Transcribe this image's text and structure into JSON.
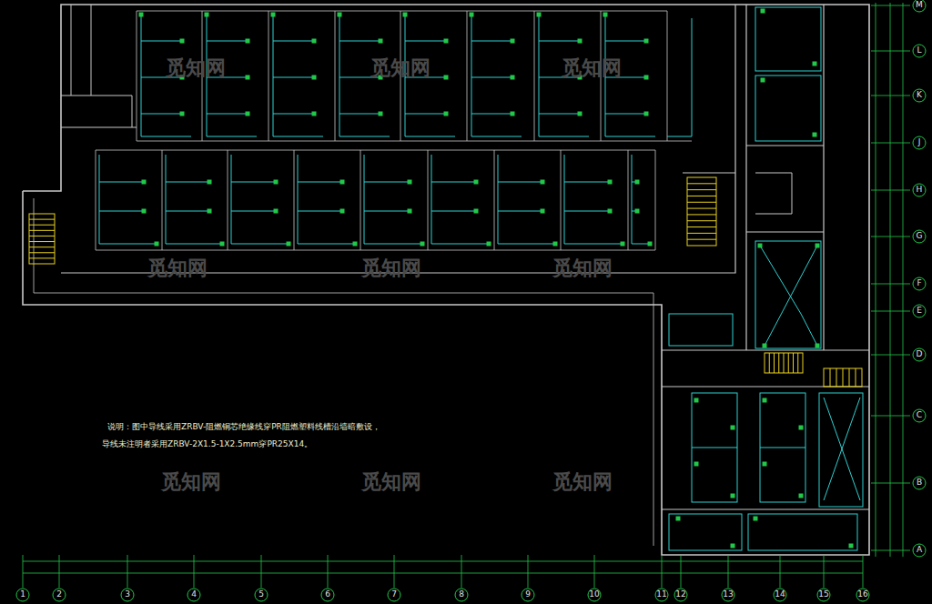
{
  "diagram": {
    "labels": [
      "1",
      "2",
      "3",
      "4",
      "5",
      "6",
      "7",
      "8",
      "9",
      "10",
      "11",
      "12",
      "13",
      "14",
      "15",
      "16",
      "M",
      "L",
      "K",
      "J",
      "H",
      "G",
      "F",
      "E",
      "D",
      "C",
      "B",
      "A",
      "说明：图中导线采用ZRBV-阻燃铜芯绝缘线穿PR阻燃塑料线槽沿墙暗敷设，",
      "导线未注明者采用ZRBV-2X1.5-1X2.5mm穿PR25X14。",
      "觅知网",
      "觅知网",
      "觅知网",
      "觅知网",
      "觅知网",
      "觅知网",
      "觅知网",
      "觅知网",
      "觅知网"
    ]
  }
}
